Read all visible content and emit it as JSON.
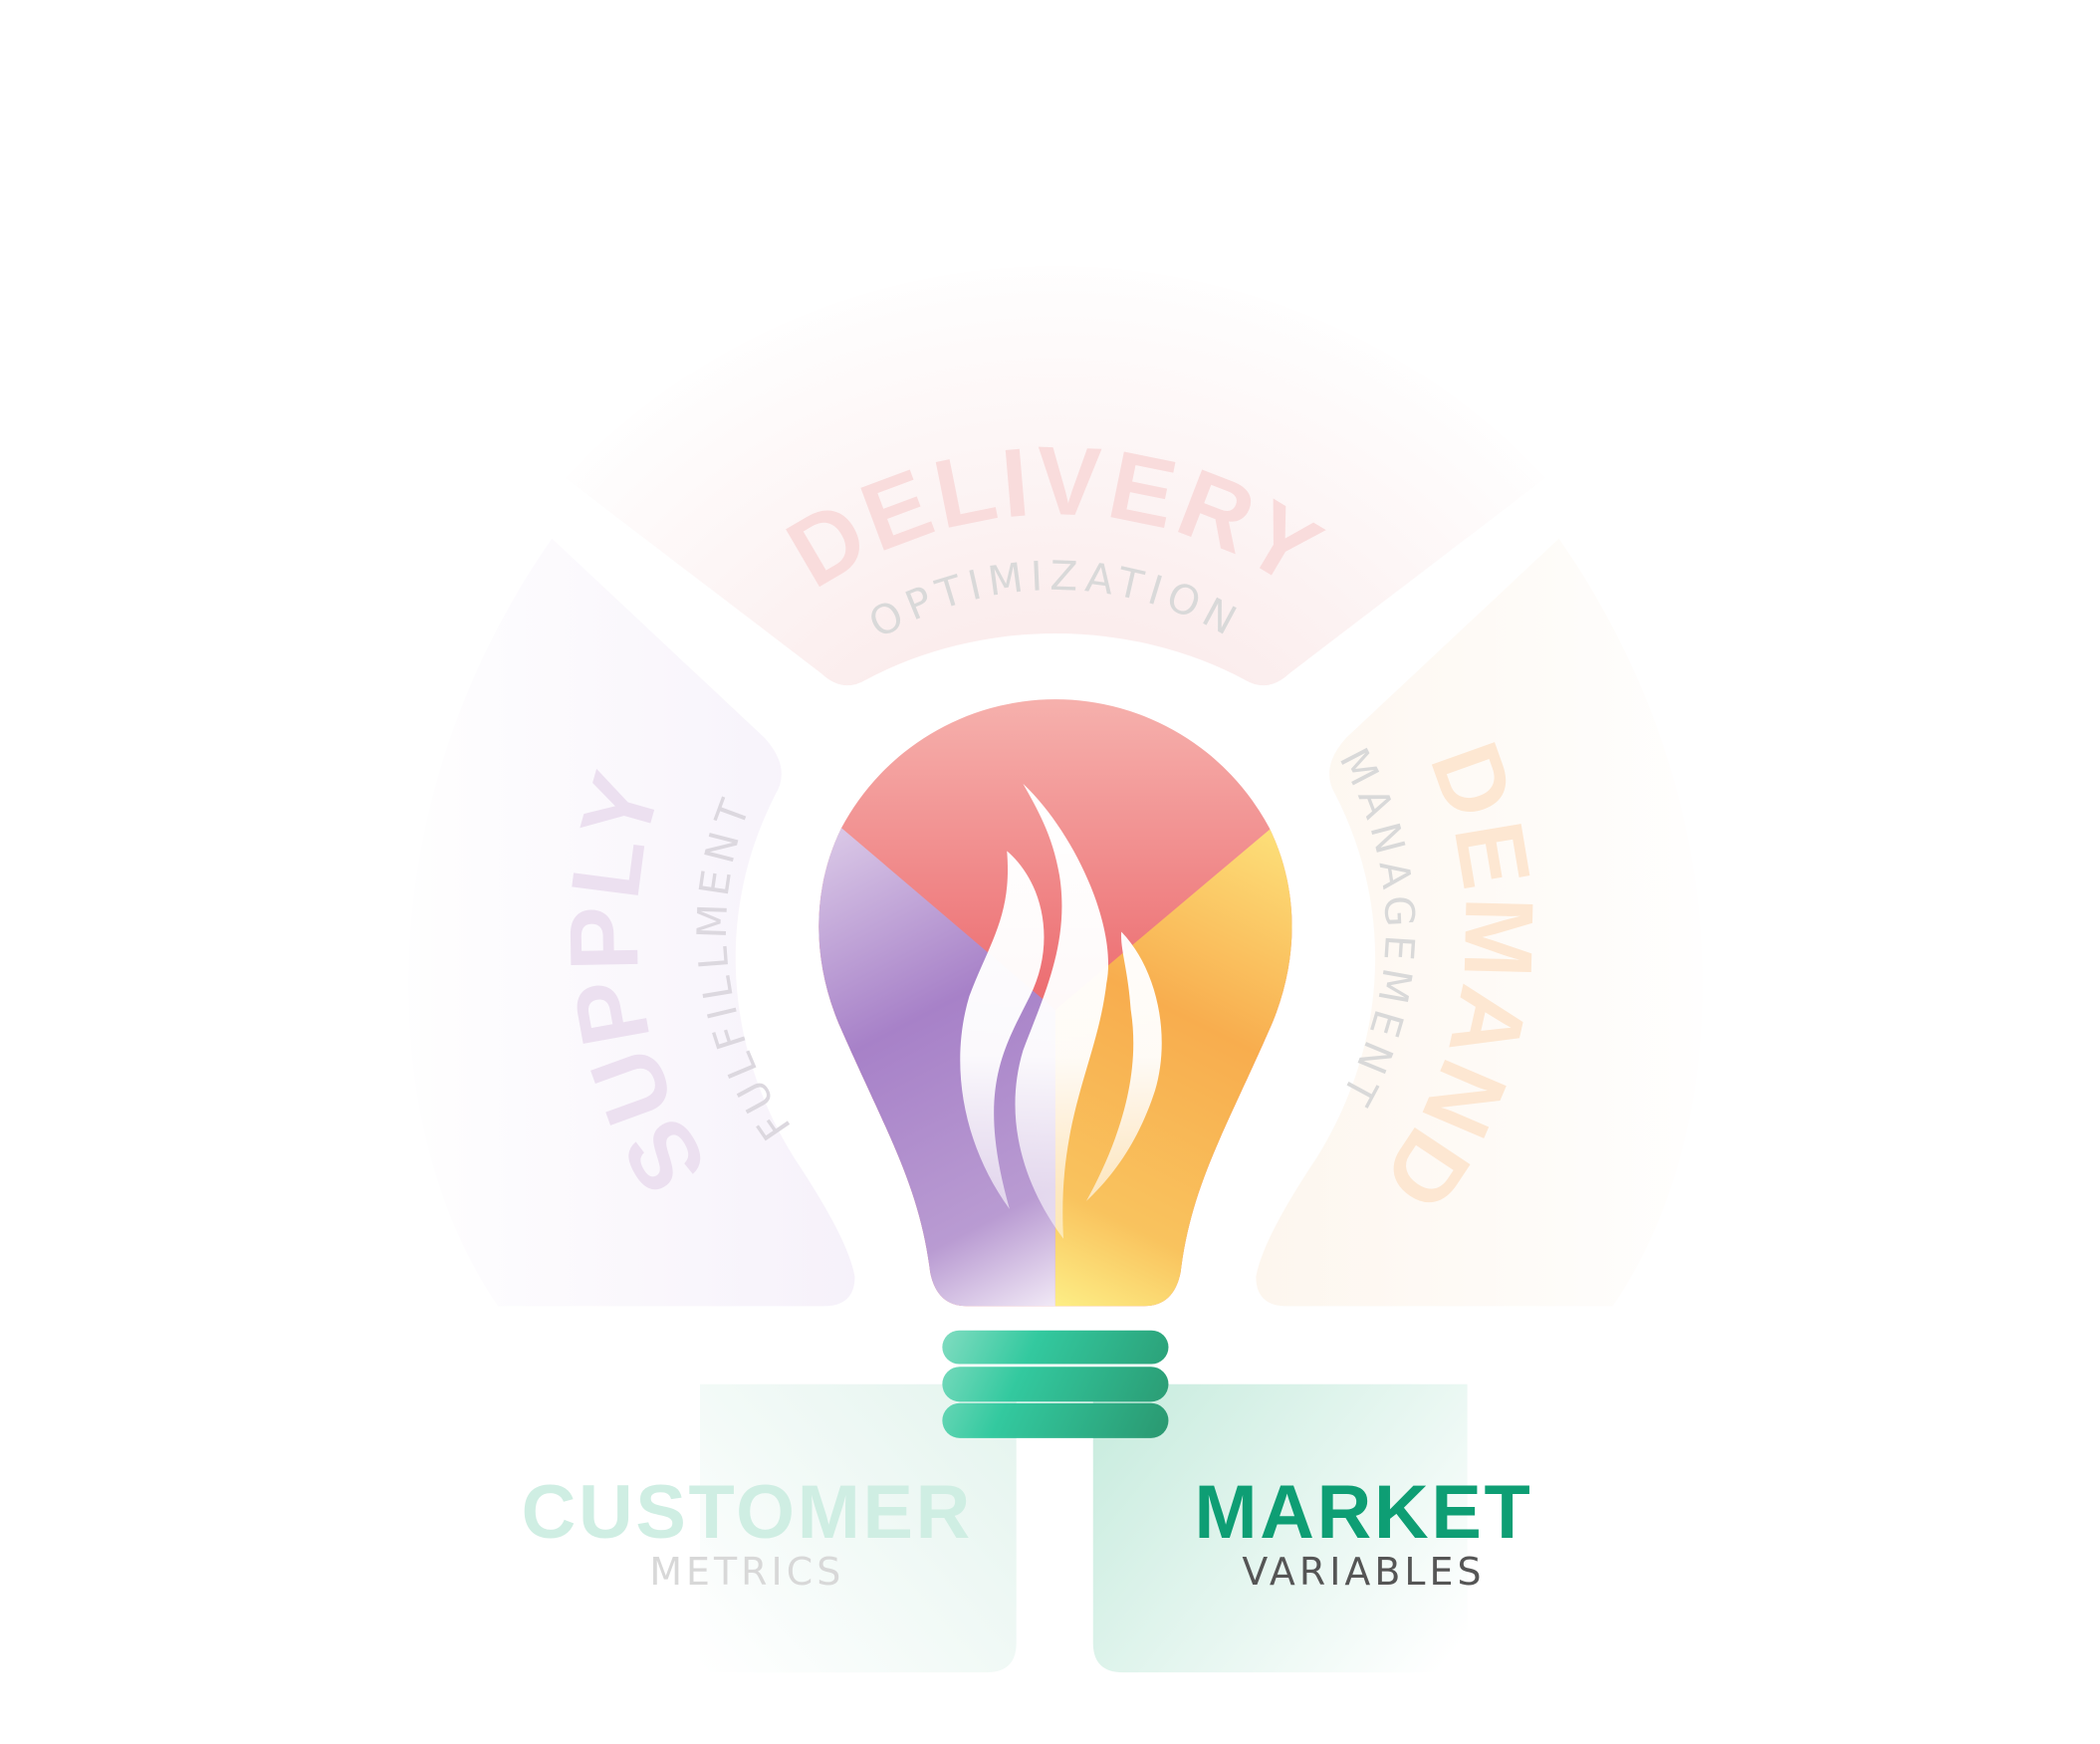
{
  "segments": {
    "delivery": {
      "title": "DELIVERY",
      "subtitle": "OPTIMIZATION",
      "color": "#f9dcdc"
    },
    "supply": {
      "title": "SUPPLY",
      "subtitle": "FULFILLMENT",
      "color": "#ece0f0"
    },
    "demand": {
      "title": "DEMAND",
      "subtitle": "MANAGEMENT",
      "color": "#fde7d2"
    },
    "customer": {
      "title": "CUSTOMER",
      "subtitle": "METRICS",
      "color": "#cfeee3"
    },
    "market": {
      "title": "MARKET",
      "subtitle": "VARIABLES",
      "color": "#0e9e74",
      "active": true
    }
  },
  "colors": {
    "bulb_top": "#ef7474",
    "bulb_left": "#a781c8",
    "bulb_right": "#f8ad4e",
    "base": "#33c99f"
  }
}
